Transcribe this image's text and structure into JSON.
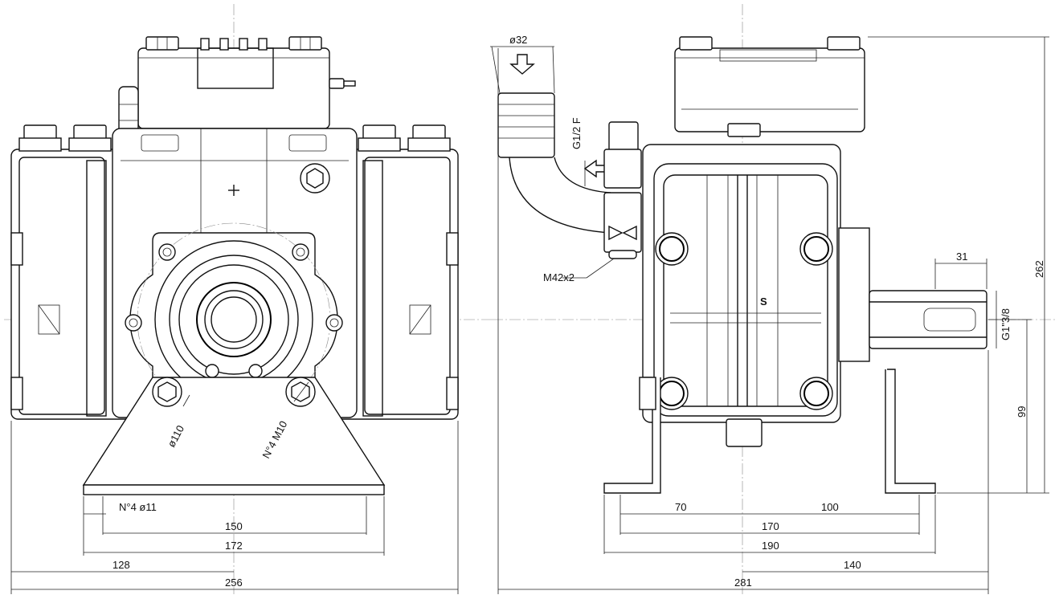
{
  "drawing": {
    "front_view": {
      "dimensions": {
        "mount_holes": "N°4  ø11",
        "hole_spacing": "150",
        "base_width": "172",
        "half_width": "128",
        "overall_width": "256",
        "flange_diameter": "ø110",
        "flange_bolts": "N°4  M10"
      }
    },
    "side_view": {
      "labels": {
        "inlet_diameter": "ø32",
        "inlet_thread": "G1/2  F",
        "outlet_thread": "M42x2",
        "side_mark": "S",
        "shaft_thread": "G1\"3/8"
      },
      "dimensions": {
        "shaft_length": "31",
        "overall_height": "262",
        "shaft_height": "99",
        "foot_left": "70",
        "foot_right": "100",
        "hole_spacing": "170",
        "base_width": "190",
        "right_offset": "140",
        "overall_length": "281"
      }
    }
  }
}
